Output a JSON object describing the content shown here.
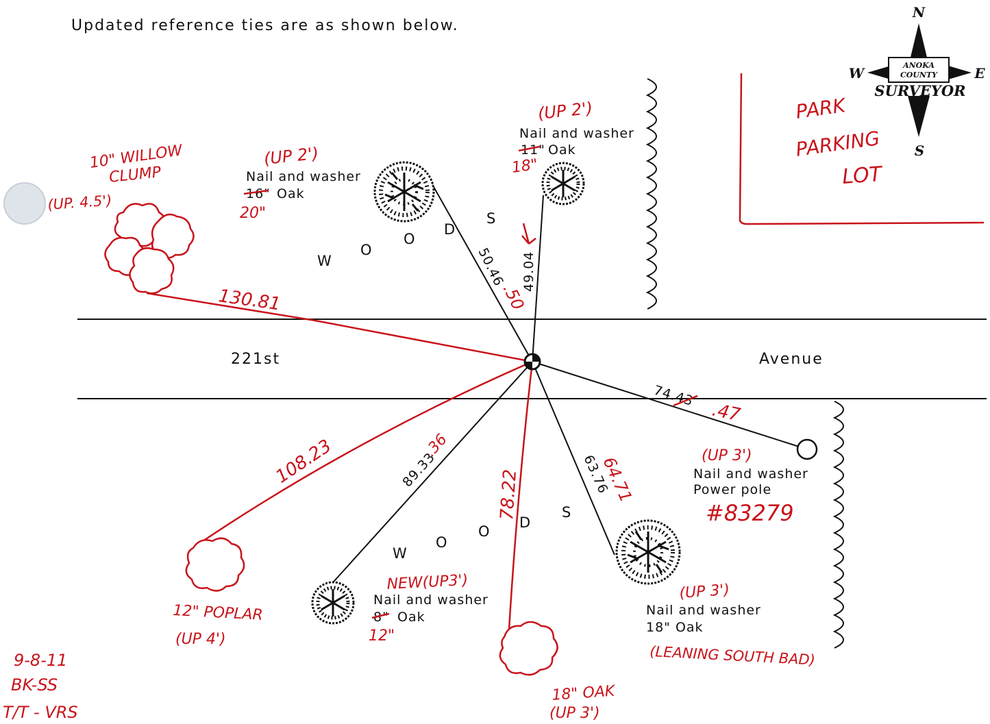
{
  "header": {
    "text": "Updated reference ties are as shown below."
  },
  "compass": {
    "n": "N",
    "s": "S",
    "e": "E",
    "w": "W",
    "badge_line1": "ANOKA",
    "badge_line2": "COUNTY",
    "badge_line3": "SURVEYOR"
  },
  "road": {
    "left": "221st",
    "right": "Avenue"
  },
  "woods_letters_north": [
    "W",
    "O",
    "O",
    "D",
    "S"
  ],
  "woods_letters_south": [
    "W",
    "O",
    "O",
    "D",
    "S"
  ],
  "park": {
    "line1": "PARK",
    "line2": "PARKING",
    "line3": "LOT"
  },
  "ties": {
    "nw_oak": {
      "up": "(UP 2')",
      "line1": "Nail and washer",
      "old_size": "16\"",
      "species": "Oak",
      "new_size": "20\"",
      "old_dist": "50.46",
      "new_dist": ".50"
    },
    "n_oak": {
      "up": "(UP 2')",
      "line1": "Nail and washer",
      "old_size": "11\"",
      "species": "Oak",
      "new_size": "18\"",
      "dist": "49.04"
    },
    "willow": {
      "line1": "10\" WILLOW",
      "line2": "CLUMP",
      "up": "(UP. 4.5')",
      "dist": "130.81"
    },
    "power_pole": {
      "up": "(UP 3')",
      "line1": "Nail and washer",
      "line2": "Power pole",
      "number": "#83279",
      "old_dist": "74.43",
      "new_dist": ".47"
    },
    "poplar": {
      "dist": "108.23",
      "line1": "12\" POPLAR",
      "up": "(UP 4')"
    },
    "sw_oak": {
      "new_up": "NEW(UP3')",
      "line1": "Nail and washer",
      "old_size": "8\"",
      "species": "Oak",
      "new_size": "12\"",
      "old_dist": "89.33",
      "new_dist": ".36"
    },
    "s_oak": {
      "dist": "78.22",
      "line1": "18\" OAK",
      "up": "(UP 3')"
    },
    "se_oak": {
      "up": "(UP 3')",
      "line1": "Nail and washer",
      "line2": "18\" Oak",
      "note": "(LEANING SOUTH BAD)",
      "old_dist": "63.76",
      "new_dist": "64.71"
    }
  },
  "signoff": {
    "date": "9-8-11",
    "line2": "BK-SS",
    "line3": "T/T - VRS"
  },
  "colors": {
    "ink": "#111111",
    "redline": "#c8141b"
  }
}
